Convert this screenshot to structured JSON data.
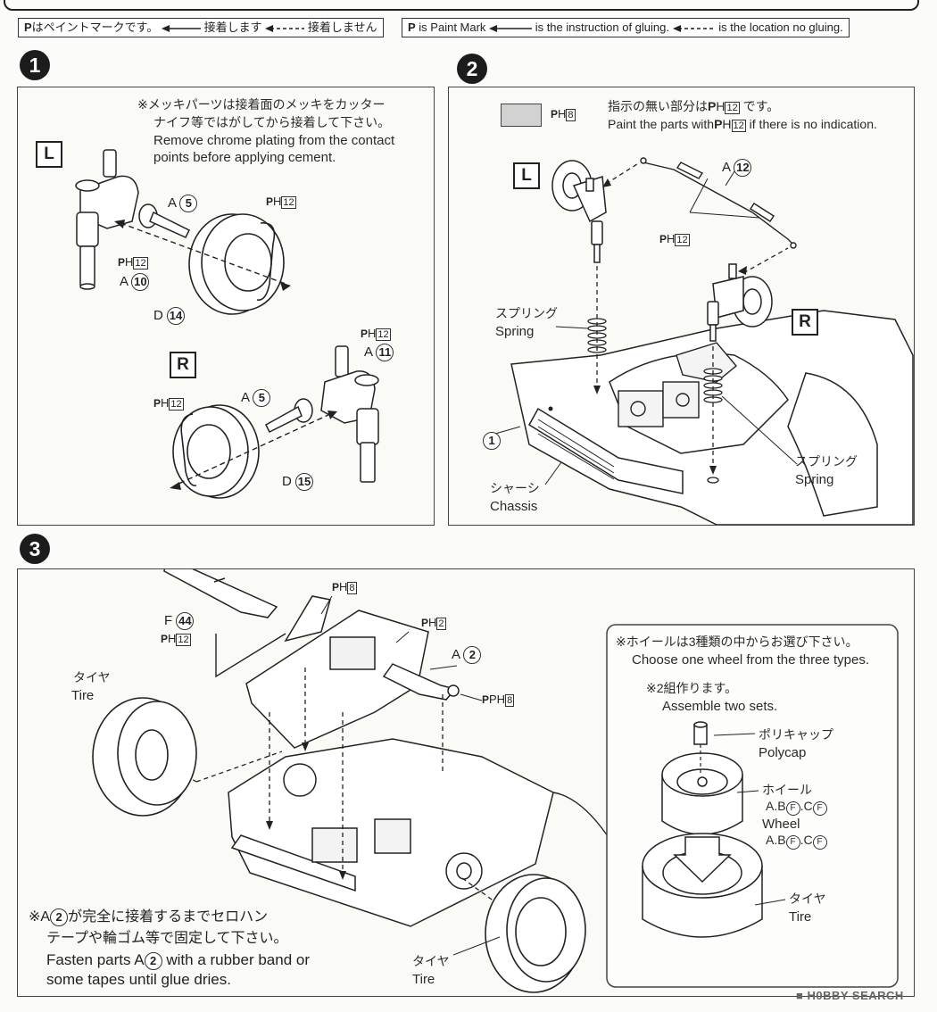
{
  "legend": {
    "jp": {
      "paint": "はペイントマークです。",
      "glue": "接着します",
      "no_glue": "接着しません"
    },
    "en": {
      "paint": "is Paint Mark",
      "glue": "is the instruction of gluing.",
      "no_glue": "is the location no gluing."
    }
  },
  "step1": {
    "number": "1",
    "note_jp_1": "※メッキパーツは接着面のメッキをカッター",
    "note_jp_2": "ナイフ等ではがしてから接着して下さい。",
    "note_en_1": "Remove chrome plating from the contact",
    "note_en_2": "points before applying cement.",
    "left_label": "L",
    "right_label": "R",
    "paint_code": "12",
    "parts": {
      "a5_letter": "A",
      "a5_num": "5",
      "a10_letter": "A",
      "a10_num": "10",
      "d14_letter": "D",
      "d14_num": "14",
      "a11_letter": "A",
      "a11_num": "11",
      "d15_letter": "D",
      "d15_num": "15"
    }
  },
  "step2": {
    "number": "2",
    "swatch_code": "8",
    "instruction_jp_a": "指示の無い部分は",
    "instruction_jp_b": "です。",
    "instruction_en_a": "Paint the parts with",
    "instruction_en_b": "if there is no indication.",
    "paint_code": "12",
    "left_label": "L",
    "right_label": "R",
    "a12_letter": "A",
    "a12_num": "12",
    "spring_jp": "スプリング",
    "spring_en": "Spring",
    "chassis_jp": "シャーシ",
    "chassis_en": "Chassis",
    "chassis_num": "1"
  },
  "step3": {
    "number": "3",
    "f44_letter": "F",
    "f44_num": "44",
    "paint_12": "12",
    "paint_8": "8",
    "paint_2": "2",
    "a2_letter": "A",
    "a2_num": "2",
    "ph8_text": "PH",
    "tire_jp": "タイヤ",
    "tire_en": "Tire",
    "wheel_note_jp": "※ホイールは3種類の中からお選び下さい。",
    "wheel_note_en": "Choose one wheel from the three types.",
    "sets_jp": "※2組作ります。",
    "sets_en": "Assemble two sets.",
    "polycap_jp": "ポリキャップ",
    "polycap_en": "Polycap",
    "wheel_jp": "ホイール",
    "wheel_en": "Wheel",
    "wheel_parts": "A.B",
    "wheel_parts_c": ".C",
    "wheel_f": "F",
    "fasten_jp_1a": "※A",
    "fasten_jp_1b": "が完全に接着するまでセロハン",
    "fasten_jp_2": "テープや輪ゴム等で固定して下さい。",
    "fasten_en_1a": "Fasten parts A",
    "fasten_en_1b": "with a rubber band or",
    "fasten_en_2": "some tapes until glue dries."
  },
  "watermark": "H0BBY SEARCH"
}
